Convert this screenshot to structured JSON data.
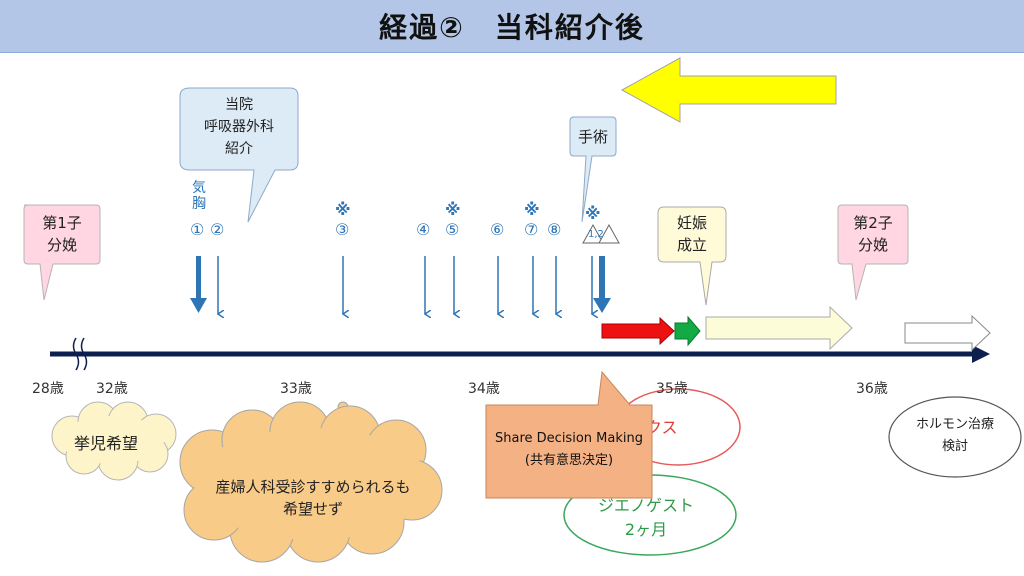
{
  "title": "経過②　当科紹介後",
  "callouts": {
    "birth1": "第1子\n分娩",
    "referral": "当院\n呼吸器外科\n紹介",
    "surgery": "手術",
    "pregnancy": "妊娠\n成立",
    "birth2": "第2子\n分娩"
  },
  "events": {
    "pneumothorax": "気胸",
    "n1": "①",
    "n2": "②",
    "n3": "③",
    "n4": "④",
    "n5": "⑤",
    "n6": "⑥",
    "n7": "⑦",
    "n8": "⑧",
    "kome": "※",
    "triangle_label": "1,2"
  },
  "ages": [
    "28歳",
    "32歳",
    "33歳",
    "34歳",
    "35歳",
    "36歳"
  ],
  "bubbles": {
    "child_wish": "挙児希望",
    "gyn": "産婦人科受診すすめられるも\n希望せず",
    "sdm": "Share Decision Making\n(共有意思決定)",
    "red_oval": "クス",
    "green_oval": "ジエノゲスト\n2ヶ月",
    "hormone": "ホルモン治療\n検討"
  },
  "colors": {
    "title_bg": "#b3c6e7",
    "axis": "#0d1f4f",
    "event_arrow": "#2e75b6",
    "birth_callout": "#ffd6e1",
    "info_callout": "#ddebf7",
    "pregnancy_callout": "#fffbd9",
    "yellow_arrow": "#ffff00",
    "red_arrow": "#ee1111",
    "green_arrow": "#11aa44",
    "cream_arrow": "#fcfcd8",
    "sdm_box": "#f4b183",
    "cloud": "#f8cb88",
    "bubble_yellow": "#fdf5c9"
  }
}
